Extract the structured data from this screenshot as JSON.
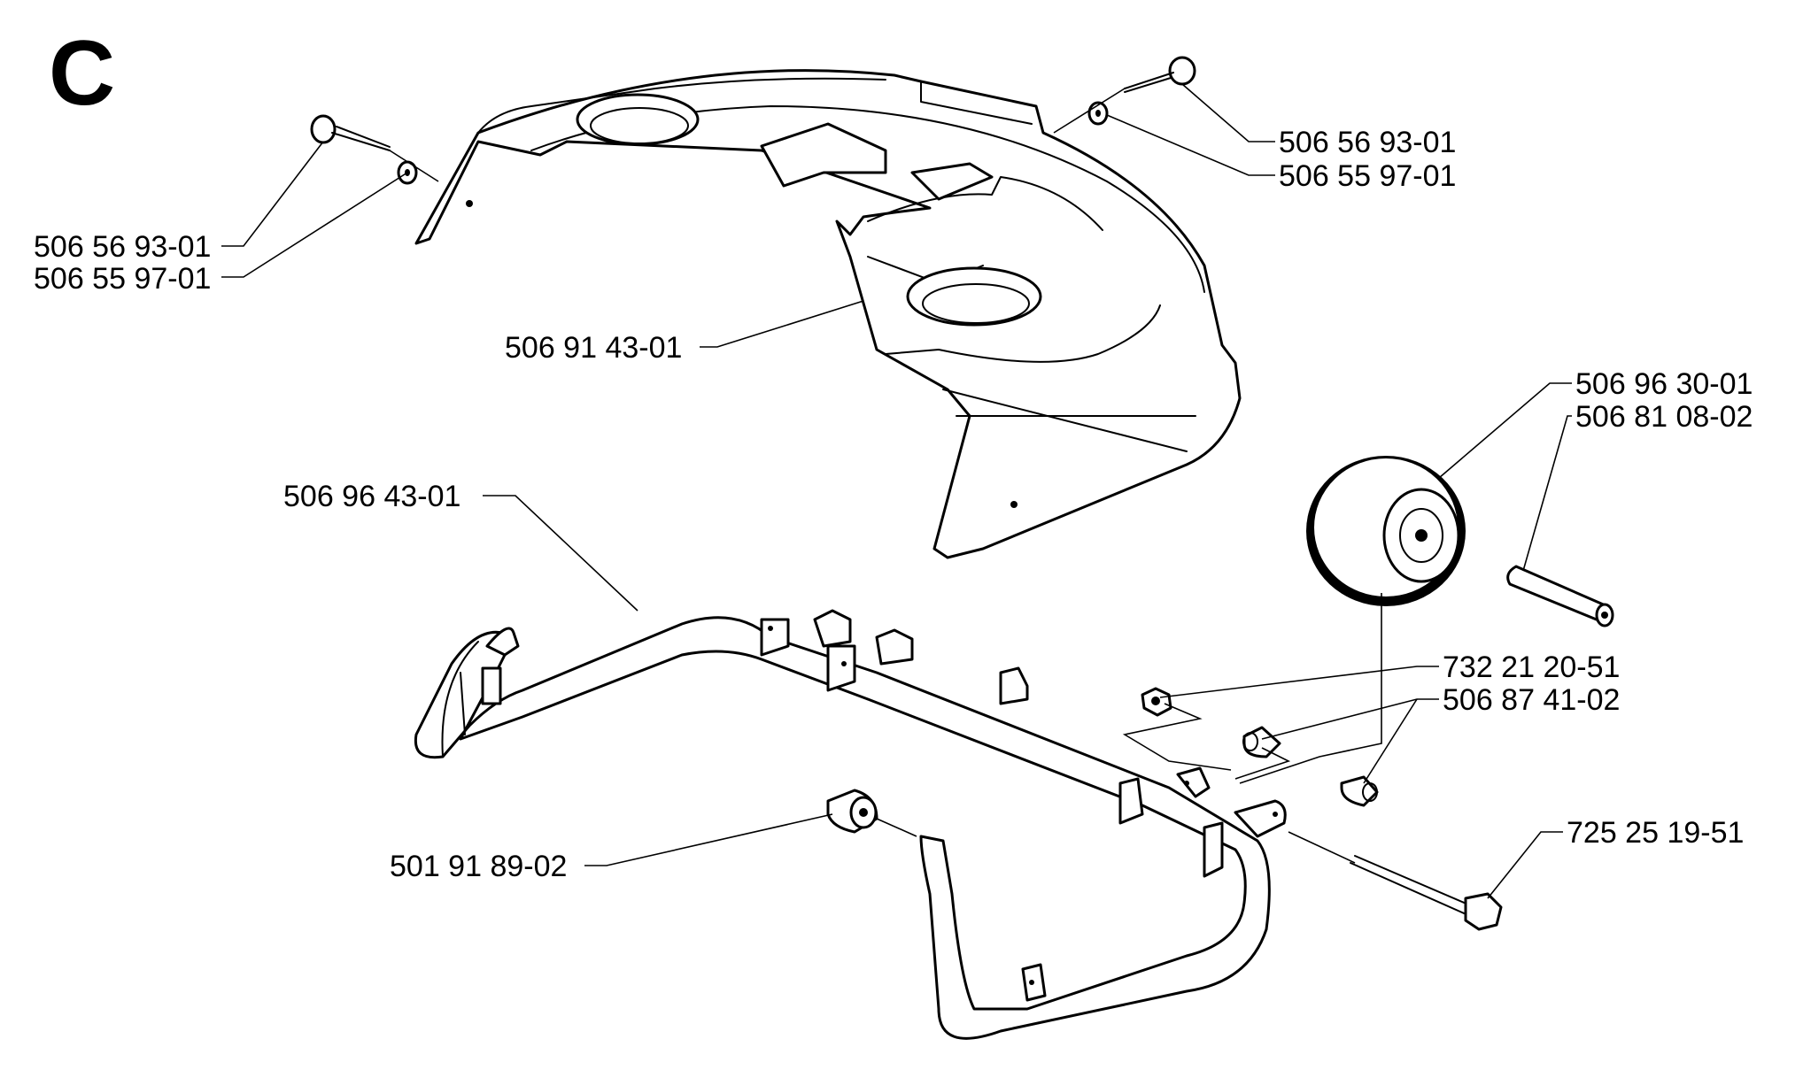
{
  "section_letter": "C",
  "callouts": {
    "screw_left": "506 56 93-01",
    "washer_left": "506 55 97-01",
    "screw_right": "506 56 93-01",
    "washer_right": "506 55 97-01",
    "cover": "506 91 43-01",
    "wheel": "506 96 30-01",
    "axle": "506 81 08-02",
    "bumper_frame": "506 96 43-01",
    "nut": "732 21 20-51",
    "spacer": "506 87 41-02",
    "bushing": "501 91 89-02",
    "bolt": "725 25 19-51"
  }
}
